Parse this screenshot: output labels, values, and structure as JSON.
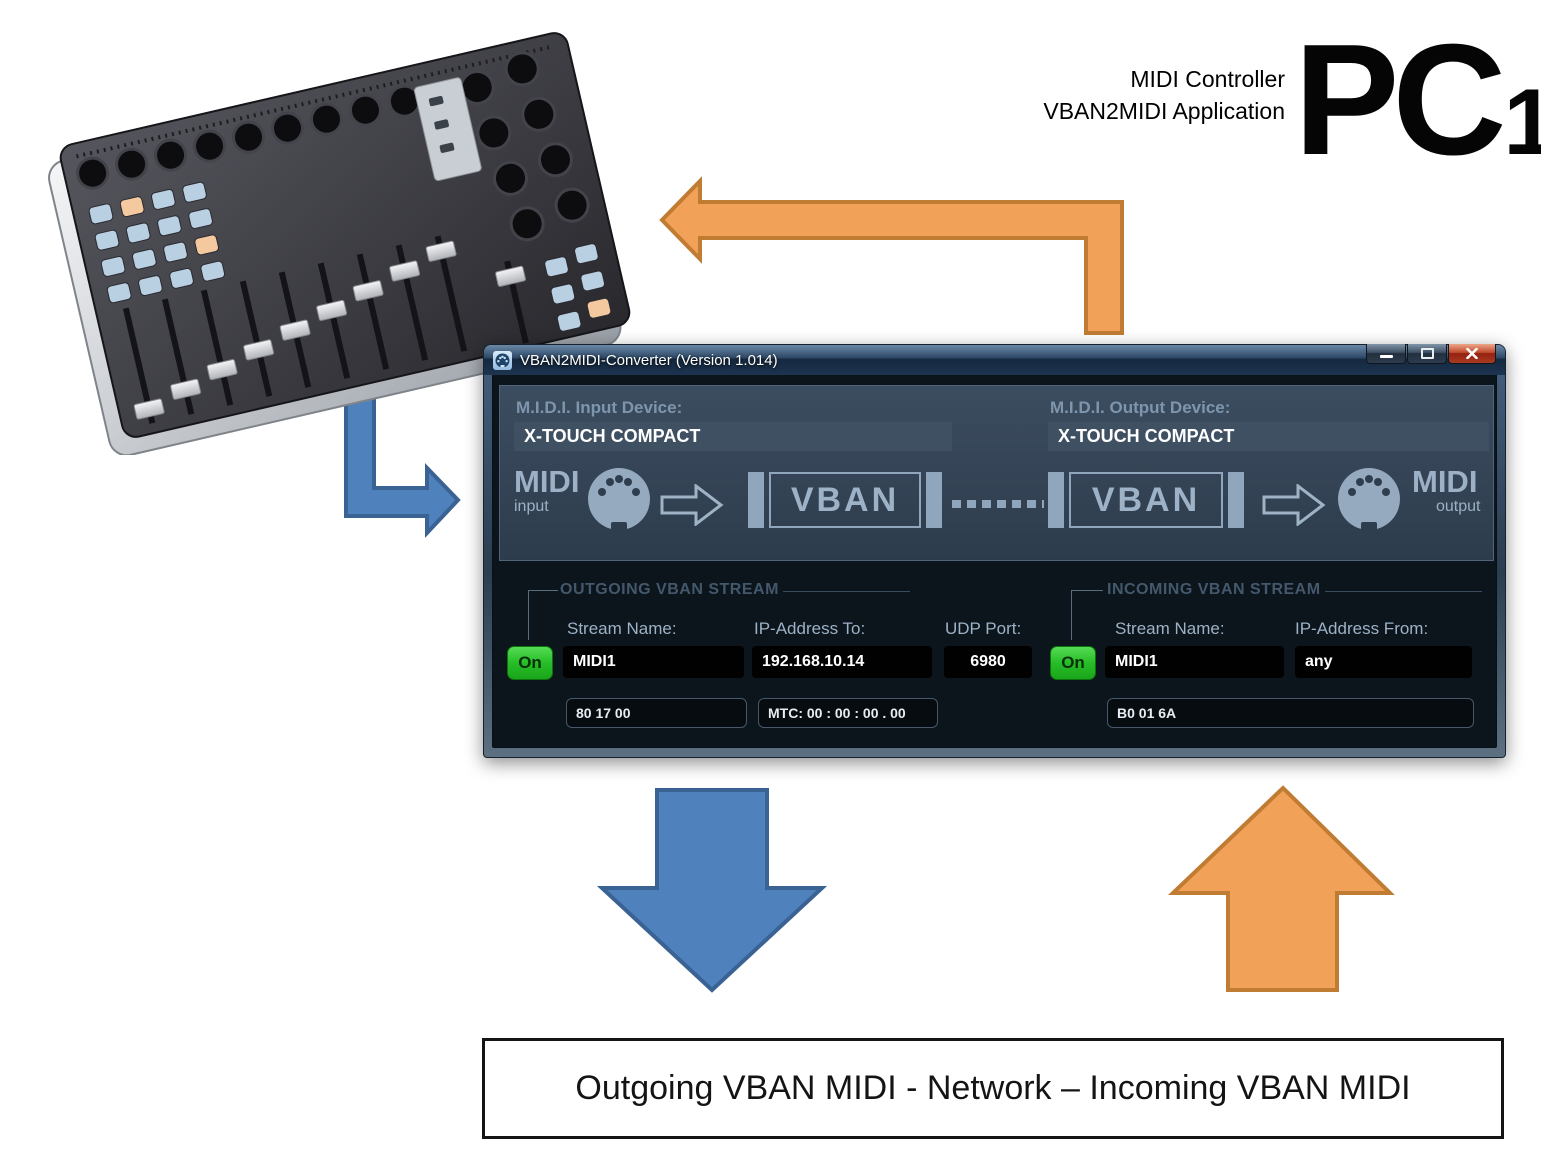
{
  "pc1": {
    "line1": "MIDI Controller",
    "line2": "VBAN2MIDI Application",
    "big": "PC",
    "sub": "1"
  },
  "images": {
    "controller": "behringer-x-touch-compact-midi-controller"
  },
  "window": {
    "title": "VBAN2MIDI-Converter (Version 1.014)",
    "input_device": {
      "label": "M.I.D.I. Input Device:",
      "value": "X-TOUCH COMPACT"
    },
    "output_device": {
      "label": "M.I.D.I. Output Device:",
      "value": "X-TOUCH COMPACT"
    },
    "flow": {
      "midi_input": {
        "title": "MIDI",
        "subtitle": "input"
      },
      "vban_left": "VBAN",
      "vban_right": "VBAN",
      "midi_output": {
        "title": "MIDI",
        "subtitle": "output"
      }
    },
    "outgoing": {
      "title": "OUTGOING VBAN STREAM",
      "on": "On",
      "stream_name": {
        "label": "Stream Name:",
        "value": "MIDI1"
      },
      "ip_to": {
        "label": "IP-Address To:",
        "value": "192.168.10.14"
      },
      "udp_port": {
        "label": "UDP Port:",
        "value": "6980"
      },
      "midi_data": "80 17 00",
      "mtc": "MTC: 00 : 00 : 00 . 00"
    },
    "incoming": {
      "title": "INCOMING VBAN STREAM",
      "on": "On",
      "stream_name": {
        "label": "Stream Name:",
        "value": "MIDI1"
      },
      "ip_from": {
        "label": "IP-Address From:",
        "value": "any"
      },
      "midi_data": "B0 01 6A"
    }
  },
  "bottom_box": {
    "text": "Outgoing VBAN MIDI - Network – Incoming VBAN MIDI"
  },
  "colors": {
    "arrow_orange": "#F2A158",
    "arrow_orange_border": "#C07C33",
    "arrow_blue": "#4F81BD",
    "arrow_blue_border": "#3A6292",
    "on_green": "#27BD27",
    "close_red": "#A93B22"
  }
}
